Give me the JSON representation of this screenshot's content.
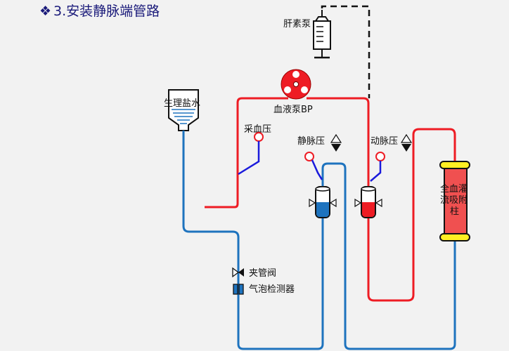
{
  "title": {
    "bullet": "❖",
    "text": "3.安装静脉端管路"
  },
  "labels": {
    "heparin_pump": "肝素泵",
    "saline": "生理盐水",
    "blood_pump": "血液泵BP",
    "sampling_pressure": "采血压",
    "venous_pressure": "静脉压",
    "arterial_pressure": "动脉压",
    "column_line1": "全血灌",
    "column_line2": "流吸附",
    "column_line3": "柱",
    "clamp_valve": "夹管阀",
    "bubble_detector": "气泡检测器"
  },
  "colors": {
    "arterial_line": "#ee1c24",
    "venous_line": "#1e73be",
    "pressure_tube": "#1a1adc",
    "column_body": "#f05050",
    "column_cap": "#ffee22",
    "background": "#f2f2f2"
  },
  "icons": [
    "diamond-bullet-icon",
    "syringe-icon",
    "saline-bag-icon",
    "roller-pump-icon",
    "pressure-port-icon",
    "drip-chamber-icon",
    "clamp-icon",
    "bubble-detector-icon",
    "up-down-arrow-icon"
  ]
}
